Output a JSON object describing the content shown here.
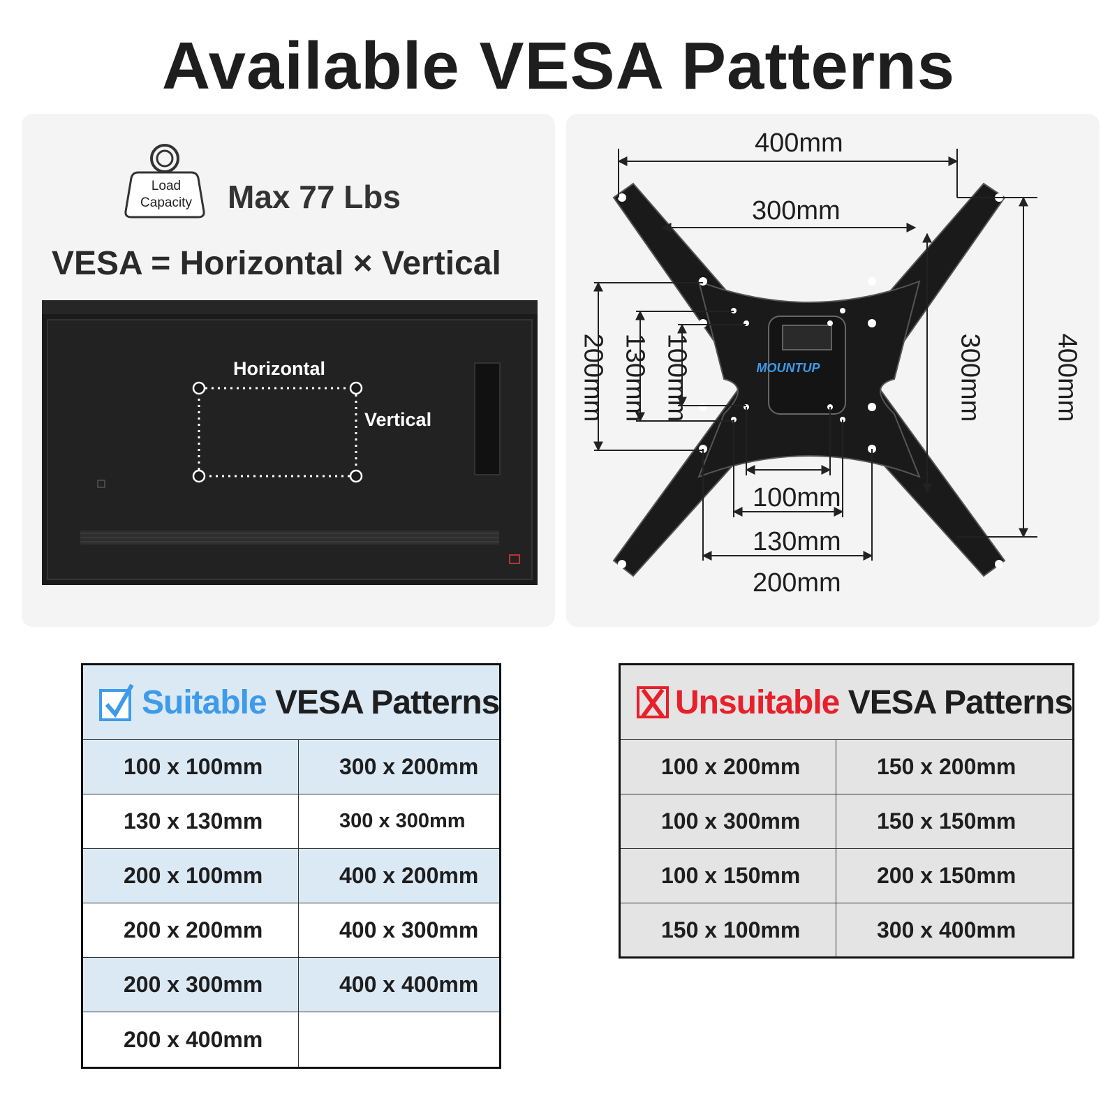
{
  "title": "Available VESA Patterns",
  "load_capacity": {
    "icon_label_line1": "Load",
    "icon_label_line2": "Capacity",
    "text": "Max 77 Lbs"
  },
  "formula": "VESA = Horizontal × Vertical",
  "tv_diagram": {
    "horizontal_label": "Horizontal",
    "vertical_label": "Vertical"
  },
  "bracket": {
    "brand": "MOUNTUP",
    "top_labels": [
      "400mm",
      "300mm"
    ],
    "bottom_labels": [
      "100mm",
      "130mm",
      "200mm"
    ],
    "left_labels": [
      "200mm",
      "130mm",
      "100mm"
    ],
    "right_labels": [
      "300mm",
      "400mm"
    ]
  },
  "suitable": {
    "title_highlight": "Suitable",
    "title_rest": " VESA Patterns",
    "rows": [
      [
        "100 x 100mm",
        "300 x 200mm"
      ],
      [
        "130 x 130mm",
        "300 x 300mm"
      ],
      [
        "200 x 100mm",
        "400 x 200mm"
      ],
      [
        "200 x 200mm",
        "400 x 300mm"
      ],
      [
        "200 x 300mm",
        "400 x 400mm"
      ],
      [
        "200 x 400mm",
        ""
      ]
    ]
  },
  "unsuitable": {
    "title_highlight": "Unsuitable",
    "title_rest": " VESA Patterns",
    "rows": [
      [
        "100 x 200mm",
        "150 x 200mm"
      ],
      [
        "100 x 300mm",
        "150 x 150mm"
      ],
      [
        "100 x 150mm",
        "200 x 150mm"
      ],
      [
        "150 x 100mm",
        "300 x 400mm"
      ]
    ]
  },
  "colors": {
    "suitable_accent": "#3d9be9",
    "unsuitable_accent": "#e8202a",
    "suitable_row_fill": "#dbe9f5",
    "unsuitable_row_fill": "#e4e4e4"
  }
}
